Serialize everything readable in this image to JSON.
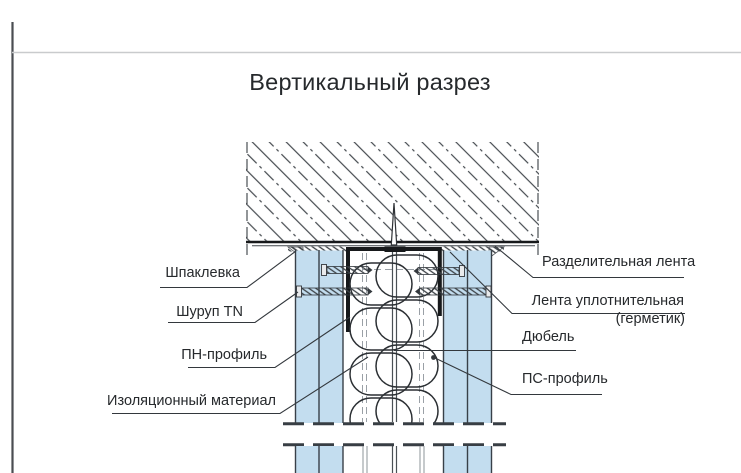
{
  "title": "Вертикальный разрез",
  "labels": {
    "putty": "Шпаклевка",
    "screw_tn": "Шуруп TN",
    "pn_profile": "ПН-профиль",
    "insulation": "Изоляционный материал",
    "separation_tape": "Разделительная лента",
    "sealing_tape_line1": "Лента уплотнительная",
    "sealing_tape_line2": "(герметик)",
    "dowel": "Дюбель",
    "ps_profile": "ПС-профиль"
  },
  "colors": {
    "board_fill": "#c3ddef",
    "line_dark": "#17191b",
    "line_main": "#2e3135",
    "line_gray": "#9aa0a6",
    "leader": "#33383d",
    "frame_left": "#4a4d52",
    "frame_top": "#c9cbcd"
  }
}
